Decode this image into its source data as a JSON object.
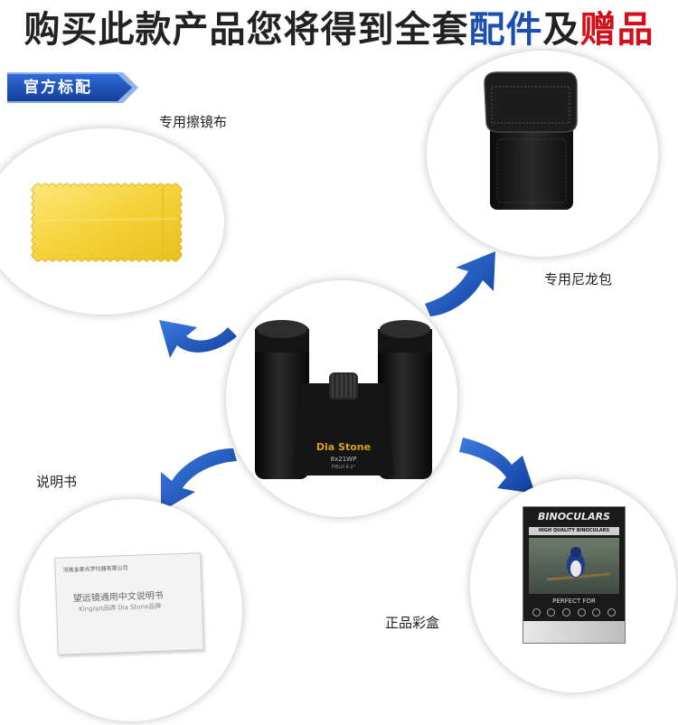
{
  "headline": {
    "part1": "购买此款产品您将得到全套",
    "part2": "配件",
    "part3": "及",
    "part4": "赠品",
    "color_dark": "#222222",
    "color_blue": "#1c4fb0",
    "color_red": "#d0101a"
  },
  "badge": {
    "label": "官方标配",
    "color": "#1c4fb0"
  },
  "items": {
    "cloth": {
      "label": "专用擦镜布"
    },
    "pouch": {
      "label": "专用尼龙包"
    },
    "manual": {
      "label": "说明书",
      "sheet_title": "望远镜通用中文说明书",
      "sheet_brands": "Kingopt品牌   Dia Stone品牌",
      "sheet_company": "河南金星光学仪器有限公司"
    },
    "box": {
      "label": "正品彩盒",
      "box_title": "BINOCULARS",
      "box_banner": "HIGH QUALITY BINOCULARS",
      "box_footer": "PERFECT FOR"
    }
  },
  "product": {
    "brand": "Dia Stone",
    "model": "8x21WP",
    "field": "FIELD 6.2°"
  },
  "arrow_color": "#1a56c0",
  "icons": [
    "arrow-icon",
    "binoculars-image",
    "cleaning-cloth-image",
    "nylon-pouch-image",
    "manual-sheet-image",
    "color-box-image"
  ]
}
